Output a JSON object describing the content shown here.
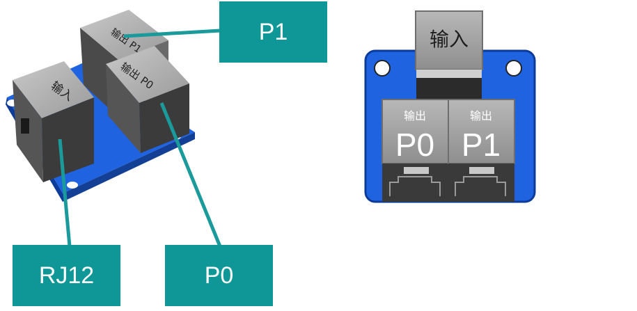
{
  "callouts": {
    "p1": "P1",
    "rj12": "RJ12",
    "p0": "P0"
  },
  "left_view": {
    "input_port_text": "输入",
    "p1_port_text": "输出 P1",
    "p0_port_text": "输出 P0"
  },
  "right_view": {
    "input_label": "输入",
    "output_p0_small": "输出",
    "output_p0_big": "P0",
    "output_p1_small": "输出",
    "output_p1_big": "P1"
  },
  "colors": {
    "pcb_blue": "#1f63e0",
    "callout_teal": "#0f9696",
    "port_gray": "#a9a9a9",
    "port_dark": "#3a3a3a"
  }
}
